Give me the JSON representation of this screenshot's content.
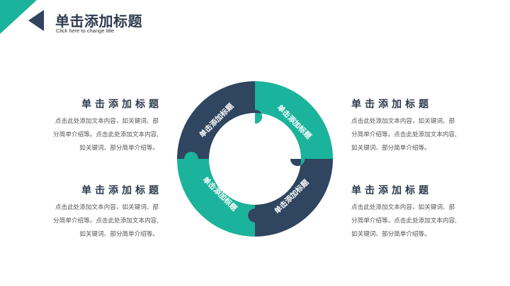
{
  "header": {
    "title": "单击添加标题",
    "subtitle": "Click here to change title"
  },
  "colors": {
    "navy": "#2f4560",
    "teal": "#1bb39b"
  },
  "blocks": [
    {
      "id": "top-left",
      "heading": "单击添加标题",
      "lines": [
        "点击此处添加文本内容，如关键词、部",
        "分简单介绍等。点击此处添加文本内容,",
        "如关键词、部分简单介绍等。"
      ]
    },
    {
      "id": "top-right",
      "heading": "单击添加标题",
      "lines": [
        "点击此处添加文本内容，如关键词、部",
        "分简单介绍等。点击此处添加文本内容,",
        "如关键词、部分简单介绍等。"
      ]
    },
    {
      "id": "bottom-left",
      "heading": "单击添加标题",
      "lines": [
        "点击此处添加文本内容，如关键词、部",
        "分简单介绍等。点击此处添加文本内容,",
        "如关键词、部分简单介绍等。"
      ]
    },
    {
      "id": "bottom-right",
      "heading": "单击添加标题",
      "lines": [
        "点击此处添加文本内容，如关键词、部",
        "分简单介绍等。点击此处添加文本内容,",
        "如关键词、部分简单介绍等。"
      ]
    }
  ],
  "ring": {
    "segments": [
      {
        "label": "单击添加标题",
        "color": "navy"
      },
      {
        "label": "单击添加标题",
        "color": "teal"
      },
      {
        "label": "单击添加标题",
        "color": "navy"
      },
      {
        "label": "单击添加标题",
        "color": "teal"
      }
    ]
  }
}
